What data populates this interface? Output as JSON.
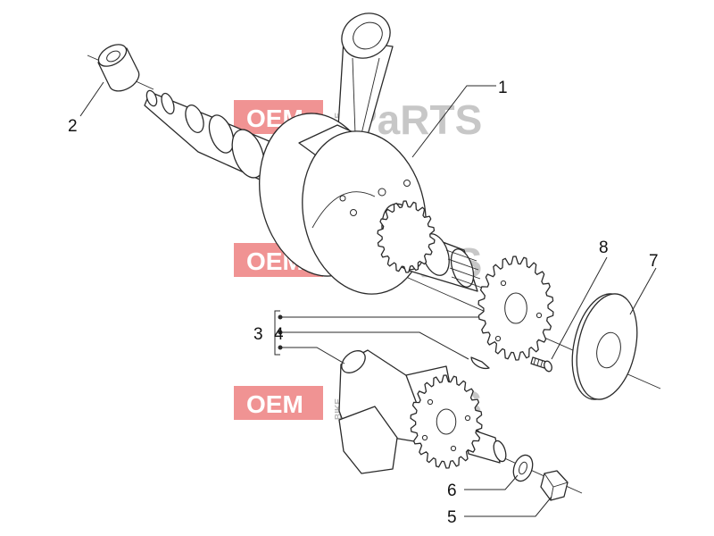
{
  "watermark": {
    "oem": "OEM",
    "bike": "BIKE",
    "parts": "PaRTS",
    "color": "#e33a3a"
  },
  "callouts": [
    {
      "id": "1",
      "label": "1"
    },
    {
      "id": "2",
      "label": "2"
    },
    {
      "id": "3",
      "label": "3"
    },
    {
      "id": "4",
      "label": "4"
    },
    {
      "id": "5",
      "label": "5"
    },
    {
      "id": "6",
      "label": "6"
    },
    {
      "id": "7",
      "label": "7"
    },
    {
      "id": "8",
      "label": "8"
    }
  ]
}
